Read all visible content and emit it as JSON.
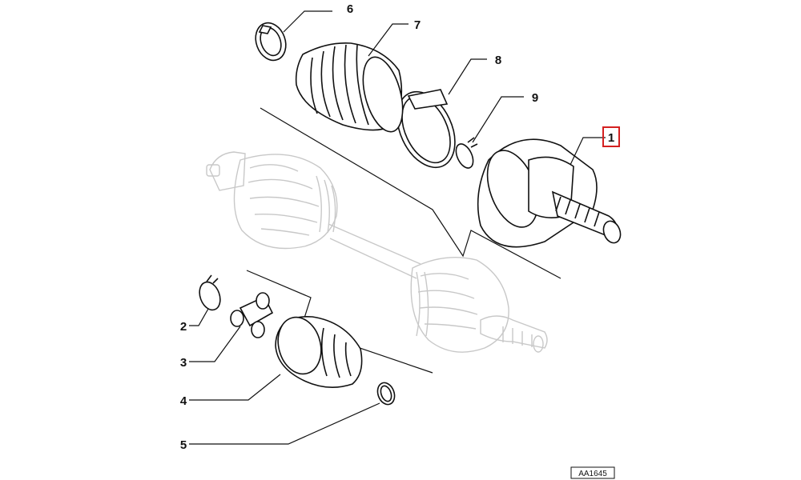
{
  "callouts": [
    {
      "id": "1",
      "label": "1",
      "highlighted": true
    },
    {
      "id": "2",
      "label": "2"
    },
    {
      "id": "3",
      "label": "3"
    },
    {
      "id": "4",
      "label": "4"
    },
    {
      "id": "5",
      "label": "5"
    },
    {
      "id": "6",
      "label": "6"
    },
    {
      "id": "7",
      "label": "7"
    },
    {
      "id": "8",
      "label": "8"
    },
    {
      "id": "9",
      "label": "9"
    }
  ],
  "reference_code": "AA1645",
  "colors": {
    "line": "#111111",
    "ghost": "#c8c8c8",
    "highlight": "#d42020"
  }
}
